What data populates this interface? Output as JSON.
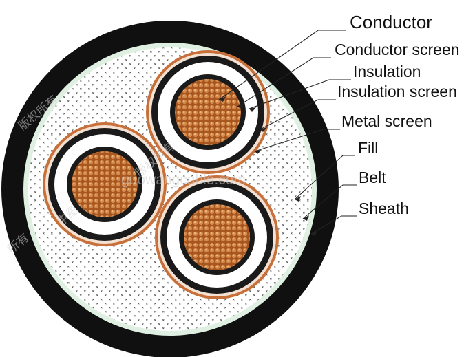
{
  "labels": {
    "conductor": "Conductor",
    "conductor_screen": "Conductor screen",
    "insulation": "Insulation",
    "insulation_screen": "Insulation screen",
    "metal_screen": "Metal screen",
    "fill": "Fill",
    "belt": "Belt",
    "sheath": "Sheath"
  },
  "watermark": {
    "site": "guowangcable.com",
    "cjk_1": "版权所有",
    "cjk_2": "版权所有",
    "cjk_3": "所有",
    "cjk_4": "中缆"
  },
  "colors": {
    "sheath": "#101010",
    "belt": "#dff0e2",
    "fill": "#ffffff",
    "fill_dots": "#5a5a5a",
    "metal_screen": "#c8703a",
    "insulation_screen": "#1a1a1a",
    "insulation": "#ffffff",
    "conductor": "#b8642a",
    "conductor_strands": "#e0a060",
    "leader_lines": "#222222"
  }
}
